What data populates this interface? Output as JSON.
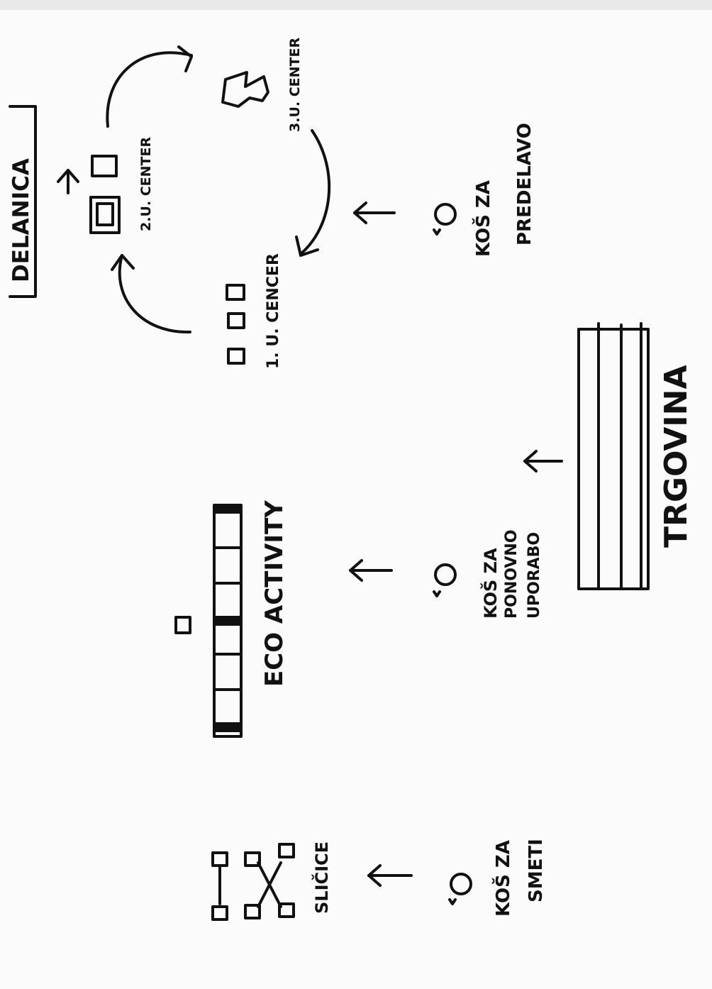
{
  "labels": {
    "delanica": "DELANICA",
    "center_2": "2.U. CENTER",
    "center_3": "3.U. CENTER",
    "center_1": "1. U. CENCER",
    "kos_predelavo_1": "KOŠ ZA",
    "kos_predelavo_2": "PREDELAVO",
    "eco_activity": "ECO ACTIVITY",
    "kos_ponovno_1": "KOŠ ZA",
    "kos_ponovno_2": "PONOVNO",
    "kos_ponovno_3": "UPORABO",
    "trgovina": "TRGOVINA",
    "slicice": "SLIČICE",
    "kos_smeti_1": "KOŠ ZA",
    "kos_smeti_2": "SMETI"
  },
  "colors": {
    "ink": "#111111",
    "paper": "#fbfbfb",
    "background": "#e9e9e9"
  },
  "icons": [
    "arrow-icon",
    "square-icon",
    "monitor-icon",
    "person-icon",
    "bin-icon",
    "progress-bar-icon",
    "shelf-icon"
  ]
}
